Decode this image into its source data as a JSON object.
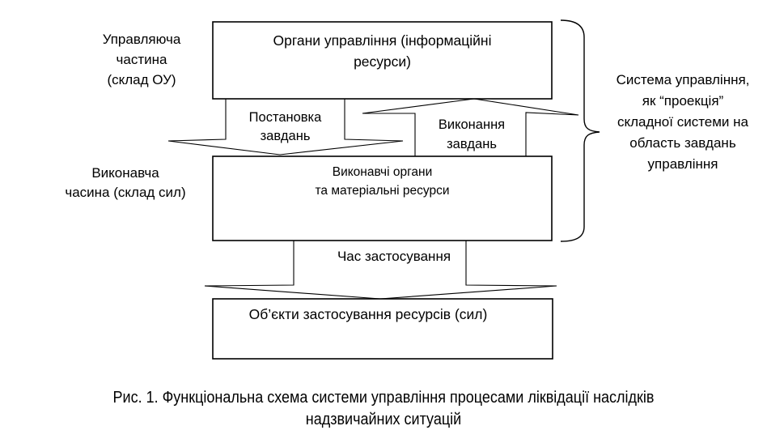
{
  "colors": {
    "background": "#ffffff",
    "ink": "#000000"
  },
  "diagram": {
    "side_labels": {
      "upper_part": "Управляюча\nчастина\n(склад ОУ)",
      "executive_part": "Виконавча\nчасина (склад сил)",
      "system_projection": "Система управління,\nяк “проекція”\nскладної системи на\nобласть завдань\nуправління"
    },
    "boxes": {
      "management": "Органи управління (інформаційні\nресурси)",
      "executive": "Виконавчі органи\nта матеріальні ресурси",
      "objects": "Об’єкти застосування ресурсів (сил)"
    },
    "arrow_labels": {
      "task_setting": "Постановка\nзавдань",
      "task_execution": "Виконання\nзавдань",
      "application_time": "Час застосування"
    }
  },
  "caption": "Рис. 1. Функціональна схема системи управління процесами ліквідації наслідків\nнадзвичайних ситуацій"
}
